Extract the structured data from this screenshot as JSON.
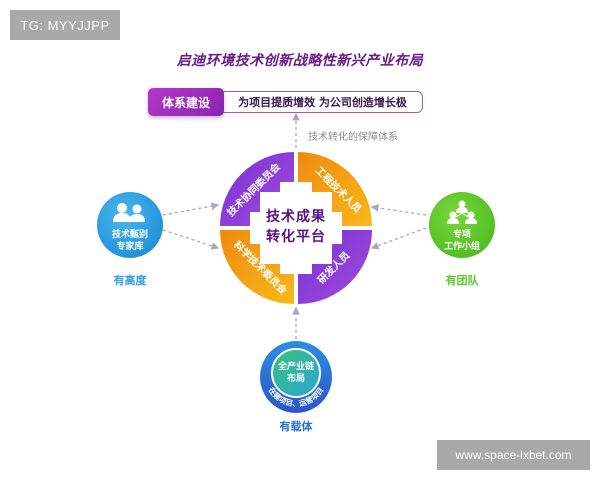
{
  "watermarks": {
    "top_left": "TG: MYYJJPP",
    "bottom_right": "www.space-lxbet.com"
  },
  "title": "启迪环境技术创新战略性新兴产业布局",
  "system_bar": {
    "tag": "体系建设",
    "slogan": "为项目提质增效  为公司创造增长极"
  },
  "guarantee_label": "技术转化的保障体系",
  "platform": {
    "center_line1": "技术成果",
    "center_line2": "转化平台",
    "quadrants": [
      {
        "position": "top-left",
        "label": "技术协同委员会",
        "color": "#8a3fd1"
      },
      {
        "position": "top-right",
        "label": "工程技术人员",
        "color": "#f5a313"
      },
      {
        "position": "bottom-left",
        "label": "科学技术委员会",
        "color": "#f5a313"
      },
      {
        "position": "bottom-right",
        "label": "研发人员",
        "color": "#8a3fd1"
      }
    ]
  },
  "nodes": {
    "left": {
      "label_line1": "技术甄别",
      "label_line2": "专家库",
      "caption": "有高度",
      "color": "#2f9fe0",
      "icon": "two-users-icon"
    },
    "right": {
      "label_line1": "专项",
      "label_line2": "工作小组",
      "caption": "有团队",
      "color": "#5cc72e",
      "icon": "team-hierarchy-icon"
    },
    "bottom": {
      "label_line1": "全产业链",
      "label_line2": "布局",
      "arc_text": "在建项目、运营项目",
      "caption": "有载体",
      "color": "#2a6fd6",
      "inner_color": "#2fc28a"
    }
  },
  "colors": {
    "title": "#6a1b8a",
    "purple": "#8a3fd1",
    "orange": "#f5a313",
    "blue": "#2f9fe0",
    "green": "#5cc72e",
    "dash": "#a8a8b8"
  }
}
